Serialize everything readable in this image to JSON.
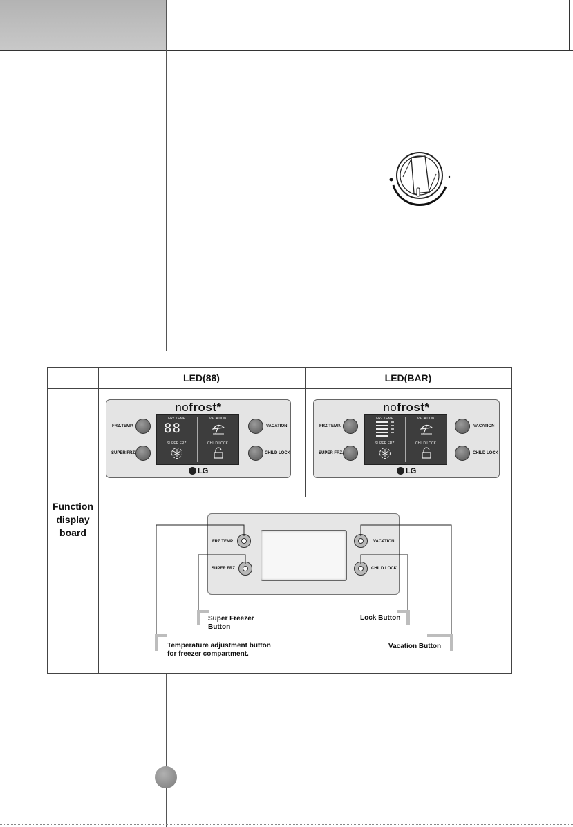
{
  "table": {
    "col_led88": "LED(88)",
    "col_ledbar": "LED(BAR)",
    "row_label": [
      "Function",
      "display",
      "board"
    ]
  },
  "panel_led88": {
    "brand_regular": "no",
    "brand_bold": "frost",
    "brand_star": "*",
    "btn_frz_temp": "FRZ.TEMP.",
    "btn_super_frz": "SUPER FRZ.",
    "btn_vacation": "VACATION",
    "btn_child_lock": "CHILD LOCK",
    "disp_frz_temp": "FRZ.TEMP.",
    "disp_vacation": "VACATION",
    "disp_super_frz": "SUPER FRZ.",
    "disp_child_lock": "CHILD LOCK",
    "digits": "88",
    "logo": "LG"
  },
  "panel_ledbar": {
    "brand_regular": "no",
    "brand_bold": "frost",
    "brand_star": "*",
    "btn_frz_temp": "FRZ.TEMP.",
    "btn_super_frz": "SUPER FRZ.",
    "btn_vacation": "VACATION",
    "btn_child_lock": "CHILD LOCK",
    "disp_frz_temp": "FRZ.TEMP.",
    "disp_vacation": "VACATION",
    "disp_super_frz": "SUPER FRZ.",
    "disp_child_lock": "CHILD LOCK",
    "logo": "LG"
  },
  "schematic": {
    "btn_frz_temp": "FRZ.TEMP.",
    "btn_super_frz": "SUPER FRZ.",
    "btn_vacation": "VACATION",
    "btn_child_lock": "CHILD LOCK",
    "callout_super_freezer": [
      "Super Freezer",
      "Button"
    ],
    "callout_lock": "Lock Button",
    "callout_temp": [
      "Temperature adjustment button",
      "for freezer compartment."
    ],
    "callout_vacation": "Vacation Button"
  },
  "colors": {
    "header_block": "#bdbdbd",
    "panel_bg": "#e4e4e4",
    "display_bg": "#3d3d3d"
  }
}
